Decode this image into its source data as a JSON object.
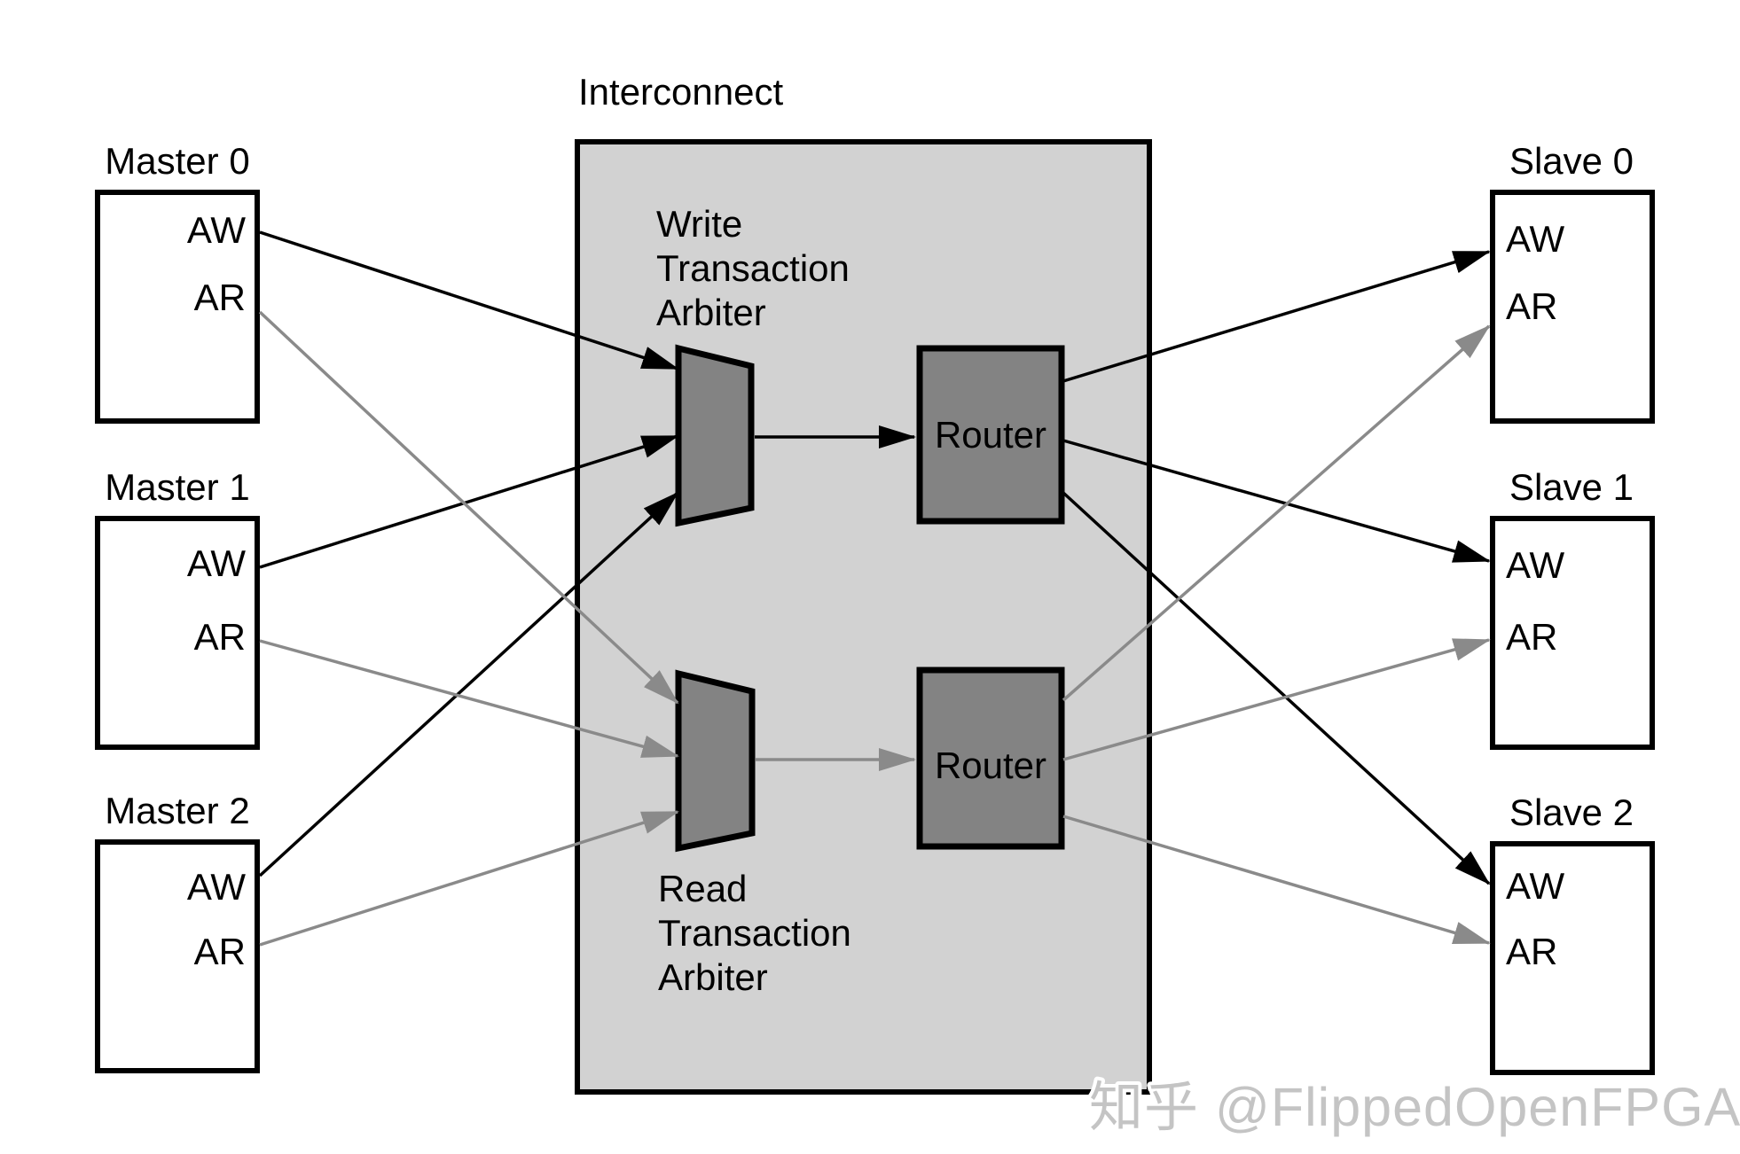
{
  "interconnect": {
    "label": "Interconnect",
    "write_arbiter_lines": [
      "Write",
      "Transaction",
      "Arbiter"
    ],
    "read_arbiter_lines": [
      "Read",
      "Transaction",
      "Arbiter"
    ],
    "write_router_label": "Router",
    "read_router_label": "Router"
  },
  "masters": [
    {
      "title": "Master 0",
      "aw": "AW",
      "ar": "AR"
    },
    {
      "title": "Master 1",
      "aw": "AW",
      "ar": "AR"
    },
    {
      "title": "Master 2",
      "aw": "AW",
      "ar": "AR"
    }
  ],
  "slaves": [
    {
      "title": "Slave 0",
      "aw": "AW",
      "ar": "AR"
    },
    {
      "title": "Slave 1",
      "aw": "AW",
      "ar": "AR"
    },
    {
      "title": "Slave 2",
      "aw": "AW",
      "ar": "AR"
    }
  ],
  "watermark": "知乎 @FlippedOpenFPGA",
  "colors": {
    "write_channel": "#000000",
    "read_channel": "#8a8a8a",
    "interconnect_fill": "#d2d2d2",
    "block_fill": "#838383",
    "outline": "#000000",
    "watermark": "#c4c4c4"
  }
}
